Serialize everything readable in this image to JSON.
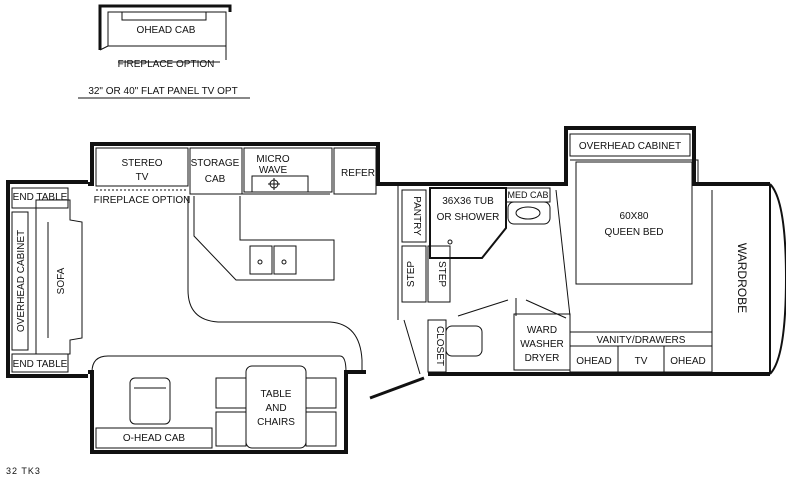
{
  "plan": {
    "model": "32 TK3",
    "fireplace_inset": {
      "cab": "OHEAD CAB",
      "caption": "FIREPLACE OPTION",
      "tv_option": "32\" OR 40\" FLAT PANEL TV OPT"
    },
    "living": {
      "end_table_top": "END TABLE",
      "end_table_bottom": "END TABLE",
      "overhead_cabinet": "OVERHEAD CABINET",
      "sofa": "SOFA",
      "fireplace_option": "FIREPLACE OPTION",
      "stereo_line1": "STEREO",
      "stereo_line2": "TV",
      "storage_line1": "STORAGE",
      "storage_line2": "CAB",
      "micro_line1": "MICRO",
      "micro_line2": "WAVE",
      "refer": "REFER",
      "table_line1": "TABLE",
      "table_line2": "AND",
      "table_line3": "CHAIRS",
      "ohead_cab": "O-HEAD CAB"
    },
    "bath": {
      "pantry": "PANTRY",
      "step_left": "STEP",
      "step_right": "STEP",
      "tub_line1": "36X36 TUB",
      "tub_line2": "OR SHOWER",
      "med_cab": "MED CAB",
      "closet": "CLOSET",
      "ward_line1": "WARD",
      "ward_line2": "WASHER",
      "ward_line3": "DRYER"
    },
    "bedroom": {
      "overhead_cabinet": "OVERHEAD CABINET",
      "bed_line1": "60X80",
      "bed_line2": "QUEEN BED",
      "vanity": "VANITY/DRAWERS",
      "ohead_left": "OHEAD",
      "tv": "TV",
      "ohead_right": "OHEAD",
      "wardrobe": "WARDROBE"
    }
  }
}
